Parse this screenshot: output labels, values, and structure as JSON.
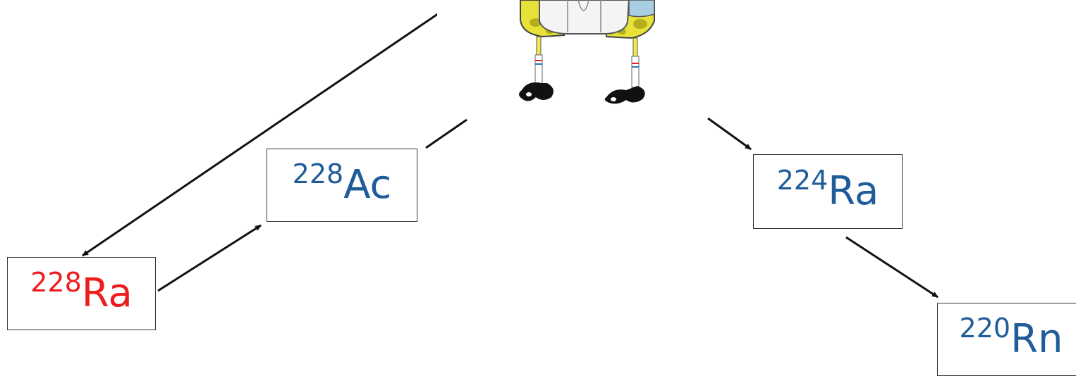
{
  "colors": {
    "parent": "#ee1c1c",
    "daughter": "#1f5c99",
    "arrow": "#111111"
  },
  "figure": {
    "icon": "cartoon-character-legs-icon"
  },
  "nuclides": [
    {
      "mass": "228",
      "symbol": "Ra",
      "color": "#ee1c1c"
    },
    {
      "mass": "228",
      "symbol": "Ac",
      "color": "#1f5c99"
    },
    {
      "mass": "224",
      "symbol": "Ra",
      "color": "#1f5c99"
    },
    {
      "mass": "220",
      "symbol": "Rn",
      "color": "#1f5c99"
    }
  ]
}
